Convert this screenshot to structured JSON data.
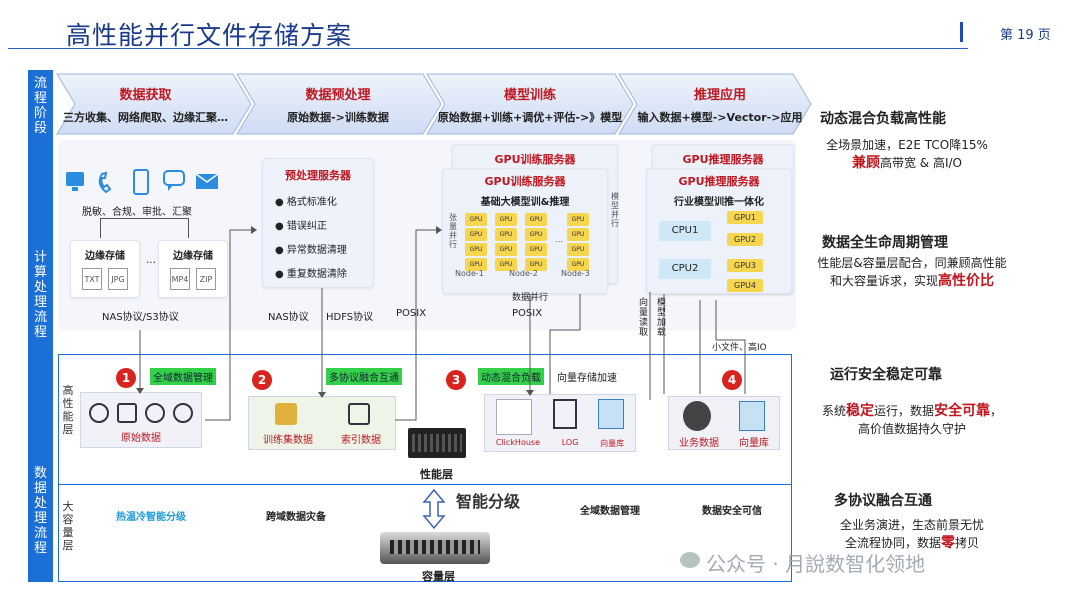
{
  "header": {
    "title": "高性能并行文件存储方案",
    "page": "第 19 页"
  },
  "sidebar": {
    "seg1": "流程阶段",
    "seg2": "计算处理流程",
    "seg3": "数据处理流程"
  },
  "stages": [
    {
      "title": "数据获取",
      "sub": "三方收集、网络爬取、边缘汇聚…"
    },
    {
      "title": "数据预处理",
      "sub": "原始数据->训练数据"
    },
    {
      "title": "模型训练",
      "sub": "原始数据+训练+调优+评估->》模型"
    },
    {
      "title": "推理应用",
      "sub": "输入数据+模型->Vector->应用"
    }
  ],
  "acquisition": {
    "steps": "脱敏、合规、审批、汇聚",
    "edge1": "边缘存储",
    "edge2": "边缘存储",
    "ellipsis": "…",
    "files": [
      "TXT",
      "JPG",
      "MP4",
      "ZIP"
    ],
    "protocol": "NAS协议/S3协议"
  },
  "preprocess": {
    "server": "预处理服务器",
    "items": [
      "格式标准化",
      "错误纠正",
      "异常数据清理",
      "重复数据清除"
    ],
    "proto1": "NAS协议",
    "proto2": "HDFS协议",
    "proto3": "POSIX"
  },
  "training": {
    "server1": "GPU训练服务器",
    "server2": "GPU训练服务器",
    "inner": "基础大模型训&推理",
    "parallel": "数据并行",
    "side": "张量并行",
    "node1": "Node-1",
    "node2": "Node-2",
    "node3": "Node-3",
    "ellipsis": "…",
    "gpu_label": "GPU",
    "model_parallel": "模型并行",
    "proto": "POSIX"
  },
  "inference": {
    "server1": "GPU推理服务器",
    "server2": "GPU推理服务器",
    "inner": "行业模型训推一体化",
    "cpus": [
      "CPU1",
      "CPU2"
    ],
    "gpus": [
      "GPU1",
      "GPU2",
      "GPU3",
      "GPU4"
    ],
    "read": "向量读取",
    "load": "模型加载",
    "smallfile": "小文件、高IO"
  },
  "layers": {
    "perf_label": "高性能层",
    "cap_label": "大容量层",
    "perf_layer": "性能层",
    "cap_layer": "容量层",
    "tiering": "智能分级"
  },
  "boxes": [
    {
      "num": "1",
      "tag": "全域数据管理",
      "caption": "原始数据"
    },
    {
      "num": "2",
      "tag": "多协议融合互通",
      "captions": [
        "训练集数据",
        "索引数据"
      ]
    },
    {
      "num": "3",
      "tag": "动态混合负载",
      "tag2": "向量存储加速",
      "captions": [
        "ClickHouse",
        "LOG",
        "向量库"
      ]
    },
    {
      "num": "4",
      "captions": [
        "业务数据",
        "向量库"
      ]
    }
  ],
  "capacity_features": [
    "热温冷智能分级",
    "跨域数据灾备",
    "全域数据管理",
    "数据安全可信"
  ],
  "right_panel": [
    {
      "title": "动态混合负载高性能",
      "lines": [
        "全场景加速，E2E TCO降15%"
      ],
      "red_text": "兼顾",
      "line2_rest": "高带宽 & 高I/O"
    },
    {
      "title": "数据全生命周期管理",
      "lines": [
        "性能层&容量层配合，同兼顾高性能"
      ],
      "line2_pre": "和大容量诉求，实现",
      "red_text": "高性价比"
    },
    {
      "title": "运行安全稳定可靠",
      "line1_pre": "系统",
      "red1": "稳定",
      "line1_mid": "运行，数据",
      "red2": "安全可靠",
      "line1_end": "，",
      "lines": [
        "高价值数据持久守护"
      ]
    },
    {
      "title": "多协议融合互通",
      "lines": [
        "全业务演进，生态前景无忧"
      ],
      "line2_pre": "全流程协同，数据",
      "red_text": "零",
      "line2_rest": "拷贝"
    }
  ],
  "watermark": "公众号 · 月說数智化领地",
  "colors": {
    "brand": "#1c6fd6",
    "title": "#1a3a8c",
    "accent_red": "#c0161e",
    "tag_green": "#35d04a",
    "gpu_yellow": "#f6d64e"
  }
}
